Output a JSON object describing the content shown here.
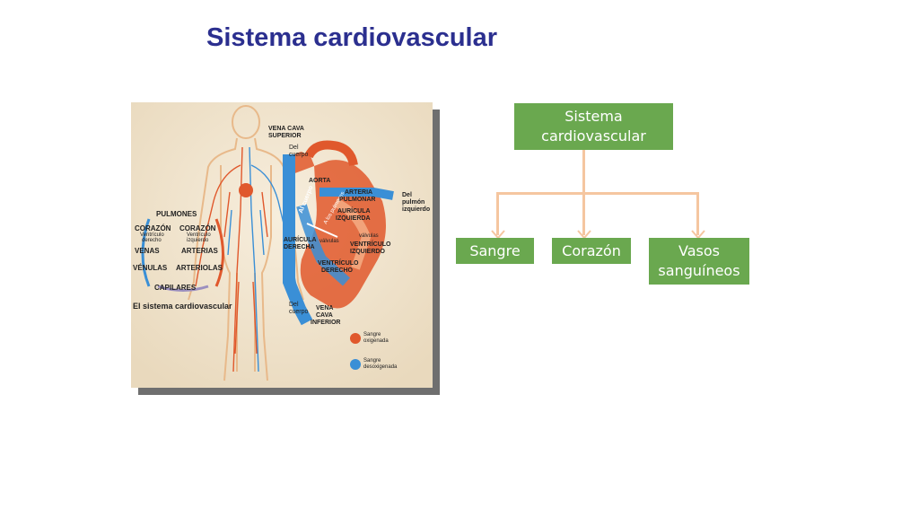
{
  "slide": {
    "title": "Sistema cardiovascular"
  },
  "figure": {
    "labels": {
      "vena_cava_superior_1": "VENA CAVA",
      "vena_cava_superior_2": "SUPERIOR",
      "del_cuerpo_top_1": "Del",
      "del_cuerpo_top_2": "cuerpo",
      "aorta": "AORTA",
      "al_cuerpo": "Al cuerpo",
      "a_los_pulmones": "A los pulmones",
      "arteria_pulmonar_1": "ARTERIA",
      "arteria_pulmonar_2": "PULMONAR",
      "del_pulmon_1": "Del",
      "del_pulmon_2": "pulmón",
      "del_pulmon_3": "izquierdo",
      "auricula_izquierda_1": "AURÍCULA",
      "auricula_izquierda_2": "IZQUIERDA",
      "valvulas_right": "válvulas",
      "ventriculo_izquierdo_1": "VENTRÍCULO",
      "ventriculo_izquierdo_2": "IZQUIERDO",
      "valvulas_left": "válvulas",
      "auricula_derecha_1": "AURÍCULA",
      "auricula_derecha_2": "DERECHA",
      "ventriculo_derecho_1": "VENTRÍCULO",
      "ventriculo_derecho_2": "DERECHO",
      "del_cuerpo_bottom_1": "Del",
      "del_cuerpo_bottom_2": "cuerpo",
      "vena_cava_inferior_1": "VENA",
      "vena_cava_inferior_2": "CAVA",
      "vena_cava_inferior_3": "INFERIOR",
      "pulmones": "PULMONES",
      "corazon_left": "CORAZÓN",
      "ventriculo_derecho_small_1": "Ventrículo",
      "ventriculo_derecho_small_2": "derecho",
      "corazon_right": "CORAZÓN",
      "ventriculo_izquierdo_small_1": "Ventrículo",
      "ventriculo_izquierdo_small_2": "izquierdo",
      "venas": "VENAS",
      "arterias": "ARTERIAS",
      "venulas": "VÉNULAS",
      "arteriolas": "ARTERIOLAS",
      "capilares": "CAPILARES",
      "caption": "El sistema cardiovascular",
      "legend_oxigenada_1": "Sangre",
      "legend_oxigenada_2": "oxigenada",
      "legend_desoxigenada_1": "Sangre",
      "legend_desoxigenada_2": "desoxigenada"
    },
    "colors": {
      "oxygenated": "#e0582c",
      "deoxygenated": "#3a8fd6"
    }
  },
  "org_chart": {
    "root": {
      "line1": "Sistema",
      "line2": "cardiovascular"
    },
    "children": [
      {
        "line1": "Sangre"
      },
      {
        "line1": "Corazón"
      },
      {
        "line1": "Vasos",
        "line2": "sanguíneos"
      }
    ],
    "colors": {
      "box": "#6aa84f",
      "connector": "#f5c6a0"
    }
  }
}
